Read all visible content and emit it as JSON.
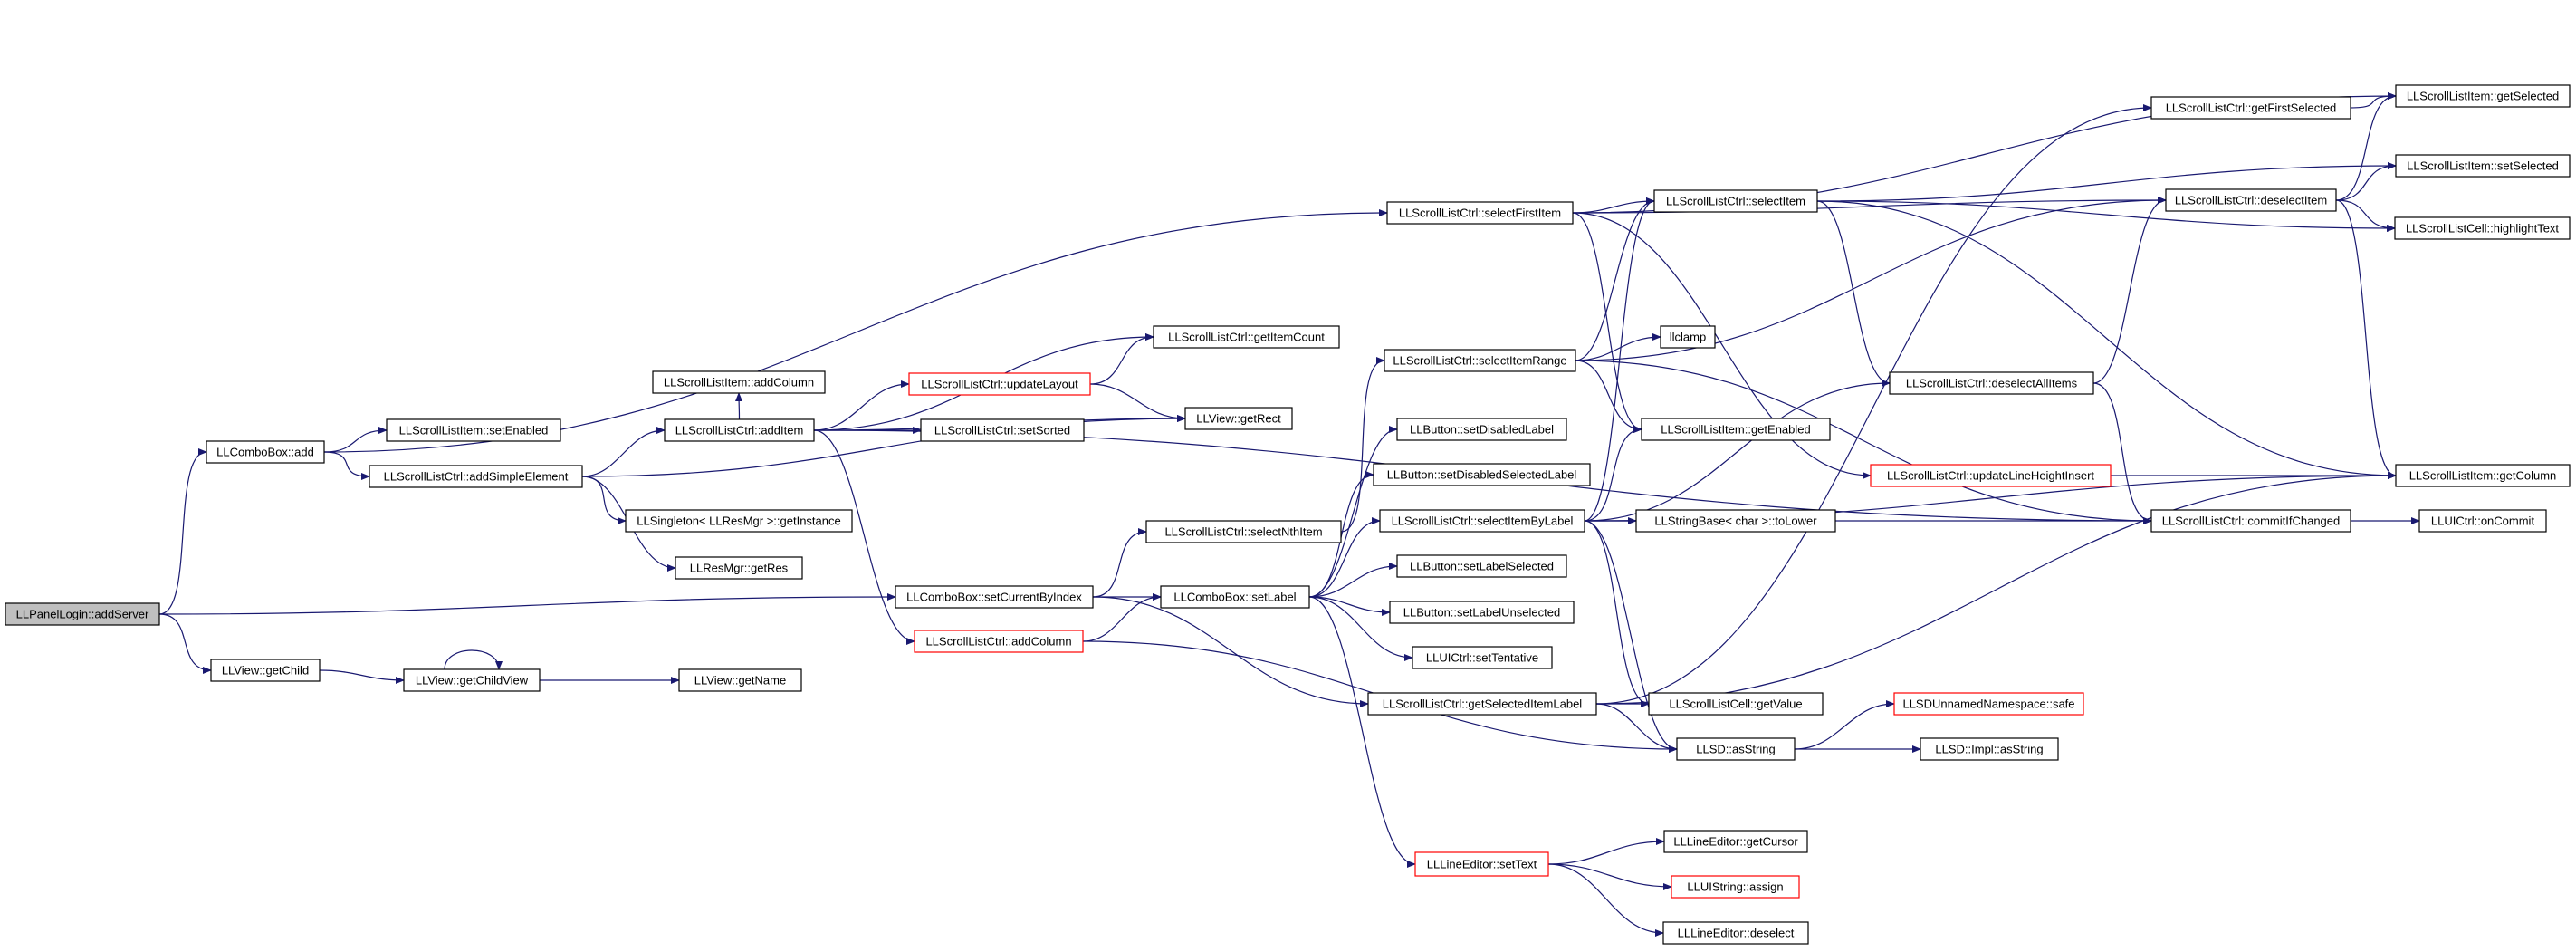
{
  "colors": {
    "edge": "#191970",
    "node_border": "#000000",
    "truncated_border": "#ff0000",
    "root_fill": "#bfbfbf",
    "background": "#ffffff"
  },
  "nodes": {
    "addServer": {
      "label": "LLPanelLogin::addServer",
      "style": "root"
    },
    "cbAdd": {
      "label": "LLComboBox::add"
    },
    "getChild": {
      "label": "LLView::getChild"
    },
    "getChildView": {
      "label": "LLView::getChildView"
    },
    "getName": {
      "label": "LLView::getName"
    },
    "itemSetEnabled": {
      "label": "LLScrollListItem::setEnabled"
    },
    "addSimpleElement": {
      "label": "LLScrollListCtrl::addSimpleElement"
    },
    "addColumnItem": {
      "label": "LLScrollListItem::addColumn"
    },
    "addItem": {
      "label": "LLScrollListCtrl::addItem"
    },
    "getInstance": {
      "label": "LLSingleton< LLResMgr >::getInstance"
    },
    "getRes": {
      "label": "LLResMgr::getRes"
    },
    "getItemCount": {
      "label": "LLScrollListCtrl::getItemCount"
    },
    "updateLayout": {
      "label": "LLScrollListCtrl::updateLayout",
      "style": "red"
    },
    "setSorted": {
      "label": "LLScrollListCtrl::setSorted"
    },
    "getRect": {
      "label": "LLView::getRect"
    },
    "setCurrentByIndex": {
      "label": "LLComboBox::setCurrentByIndex"
    },
    "addColumnCtrl": {
      "label": "LLScrollListCtrl::addColumn",
      "style": "red"
    },
    "selectNthItem": {
      "label": "LLScrollListCtrl::selectNthItem"
    },
    "setLabel": {
      "label": "LLComboBox::setLabel"
    },
    "selectFirstItem": {
      "label": "LLScrollListCtrl::selectFirstItem"
    },
    "selectItemRange": {
      "label": "LLScrollListCtrl::selectItemRange"
    },
    "setDisabledLabel": {
      "label": "LLButton::setDisabledLabel"
    },
    "setDisabledSelectedLabel": {
      "label": "LLButton::setDisabledSelectedLabel"
    },
    "selectItemByLabel": {
      "label": "LLScrollListCtrl::selectItemByLabel"
    },
    "setLabelSelected": {
      "label": "LLButton::setLabelSelected"
    },
    "setLabelUnselected": {
      "label": "LLButton::setLabelUnselected"
    },
    "setTentative": {
      "label": "LLUICtrl::setTentative"
    },
    "getSelectedItemLabel": {
      "label": "LLScrollListCtrl::getSelectedItemLabel"
    },
    "setText": {
      "label": "LLLineEditor::setText",
      "style": "red"
    },
    "llclamp": {
      "label": "llclamp"
    },
    "selectItem": {
      "label": "LLScrollListCtrl::selectItem"
    },
    "itemGetEnabled": {
      "label": "LLScrollListItem::getEnabled"
    },
    "toLower": {
      "label": "LLStringBase< char >::toLower"
    },
    "cellGetValue": {
      "label": "LLScrollListCell::getValue"
    },
    "asString": {
      "label": "LLSD::asString"
    },
    "getCursor": {
      "label": "LLLineEditor::getCursor"
    },
    "assign": {
      "label": "LLUIString::assign",
      "style": "red"
    },
    "deselect": {
      "label": "LLLineEditor::deselect"
    },
    "getFirstSelected": {
      "label": "LLScrollListCtrl::getFirstSelected"
    },
    "deselectItem": {
      "label": "LLScrollListCtrl::deselectItem"
    },
    "deselectAllItems": {
      "label": "LLScrollListCtrl::deselectAllItems"
    },
    "updateLineHeightInsert": {
      "label": "LLScrollListCtrl::updateLineHeightInsert",
      "style": "red"
    },
    "commitIfChanged": {
      "label": "LLScrollListCtrl::commitIfChanged"
    },
    "safe": {
      "label": "LLSDUnnamedNamespace::safe",
      "style": "red"
    },
    "implAsString": {
      "label": "LLSD::Impl::asString"
    },
    "getSelected": {
      "label": "LLScrollListItem::getSelected"
    },
    "setSelected": {
      "label": "LLScrollListItem::setSelected"
    },
    "highlightText": {
      "label": "LLScrollListCell::highlightText"
    },
    "getColumn": {
      "label": "LLScrollListItem::getColumn"
    },
    "onCommit": {
      "label": "LLUICtrl::onCommit"
    }
  },
  "edges": [
    [
      "addServer",
      "cbAdd"
    ],
    [
      "addServer",
      "getChild"
    ],
    [
      "addServer",
      "setCurrentByIndex"
    ],
    [
      "cbAdd",
      "itemSetEnabled"
    ],
    [
      "cbAdd",
      "addSimpleElement"
    ],
    [
      "cbAdd",
      "selectFirstItem"
    ],
    [
      "getChild",
      "getChildView"
    ],
    [
      "getChildView",
      "getChildView"
    ],
    [
      "getChildView",
      "getName"
    ],
    [
      "addSimpleElement",
      "addItem"
    ],
    [
      "addSimpleElement",
      "getInstance"
    ],
    [
      "addSimpleElement",
      "getRes"
    ],
    [
      "addSimpleElement",
      "getRect"
    ],
    [
      "addItem",
      "addColumnItem"
    ],
    [
      "addItem",
      "getItemCount"
    ],
    [
      "addItem",
      "updateLayout"
    ],
    [
      "addItem",
      "setSorted"
    ],
    [
      "addItem",
      "getRect"
    ],
    [
      "addItem",
      "addColumnCtrl"
    ],
    [
      "addItem",
      "commitIfChanged"
    ],
    [
      "updateLayout",
      "getItemCount"
    ],
    [
      "updateLayout",
      "getRect"
    ],
    [
      "setCurrentByIndex",
      "selectNthItem"
    ],
    [
      "setCurrentByIndex",
      "setLabel"
    ],
    [
      "setCurrentByIndex",
      "getSelectedItemLabel"
    ],
    [
      "addColumnCtrl",
      "setLabel"
    ],
    [
      "addColumnCtrl",
      "asString"
    ],
    [
      "selectNthItem",
      "selectItemRange"
    ],
    [
      "setLabel",
      "setDisabledLabel"
    ],
    [
      "setLabel",
      "setDisabledSelectedLabel"
    ],
    [
      "setLabel",
      "selectItemByLabel"
    ],
    [
      "setLabel",
      "setLabelSelected"
    ],
    [
      "setLabel",
      "setLabelUnselected"
    ],
    [
      "setLabel",
      "setTentative"
    ],
    [
      "setLabel",
      "setText"
    ],
    [
      "selectFirstItem",
      "selectItem"
    ],
    [
      "selectFirstItem",
      "itemGetEnabled"
    ],
    [
      "selectFirstItem",
      "getSelected"
    ],
    [
      "selectFirstItem",
      "deselectItem"
    ],
    [
      "selectFirstItem",
      "updateLineHeightInsert"
    ],
    [
      "selectItemRange",
      "llclamp"
    ],
    [
      "selectItemRange",
      "itemGetEnabled"
    ],
    [
      "selectItemRange",
      "selectItem"
    ],
    [
      "selectItemRange",
      "deselectItem"
    ],
    [
      "selectItemRange",
      "commitIfChanged"
    ],
    [
      "selectItemByLabel",
      "toLower"
    ],
    [
      "selectItemByLabel",
      "cellGetValue"
    ],
    [
      "selectItemByLabel",
      "asString"
    ],
    [
      "selectItemByLabel",
      "selectItem"
    ],
    [
      "selectItemByLabel",
      "itemGetEnabled"
    ],
    [
      "selectItemByLabel",
      "deselectAllItems"
    ],
    [
      "selectItemByLabel",
      "commitIfChanged"
    ],
    [
      "selectItemByLabel",
      "getColumn"
    ],
    [
      "getSelectedItemLabel",
      "getFirstSelected"
    ],
    [
      "getSelectedItemLabel",
      "cellGetValue"
    ],
    [
      "getSelectedItemLabel",
      "asString"
    ],
    [
      "getSelectedItemLabel",
      "getColumn"
    ],
    [
      "setText",
      "getCursor"
    ],
    [
      "setText",
      "assign"
    ],
    [
      "setText",
      "deselect"
    ],
    [
      "selectItem",
      "deselectAllItems"
    ],
    [
      "selectItem",
      "setSelected"
    ],
    [
      "selectItem",
      "highlightText"
    ],
    [
      "selectItem",
      "getColumn"
    ],
    [
      "getFirstSelected",
      "getSelected"
    ],
    [
      "deselectItem",
      "getSelected"
    ],
    [
      "deselectItem",
      "setSelected"
    ],
    [
      "deselectItem",
      "highlightText"
    ],
    [
      "deselectItem",
      "getColumn"
    ],
    [
      "deselectAllItems",
      "deselectItem"
    ],
    [
      "deselectAllItems",
      "commitIfChanged"
    ],
    [
      "updateLineHeightInsert",
      "getColumn"
    ],
    [
      "commitIfChanged",
      "onCommit"
    ],
    [
      "asString",
      "safe"
    ],
    [
      "asString",
      "implAsString"
    ]
  ]
}
